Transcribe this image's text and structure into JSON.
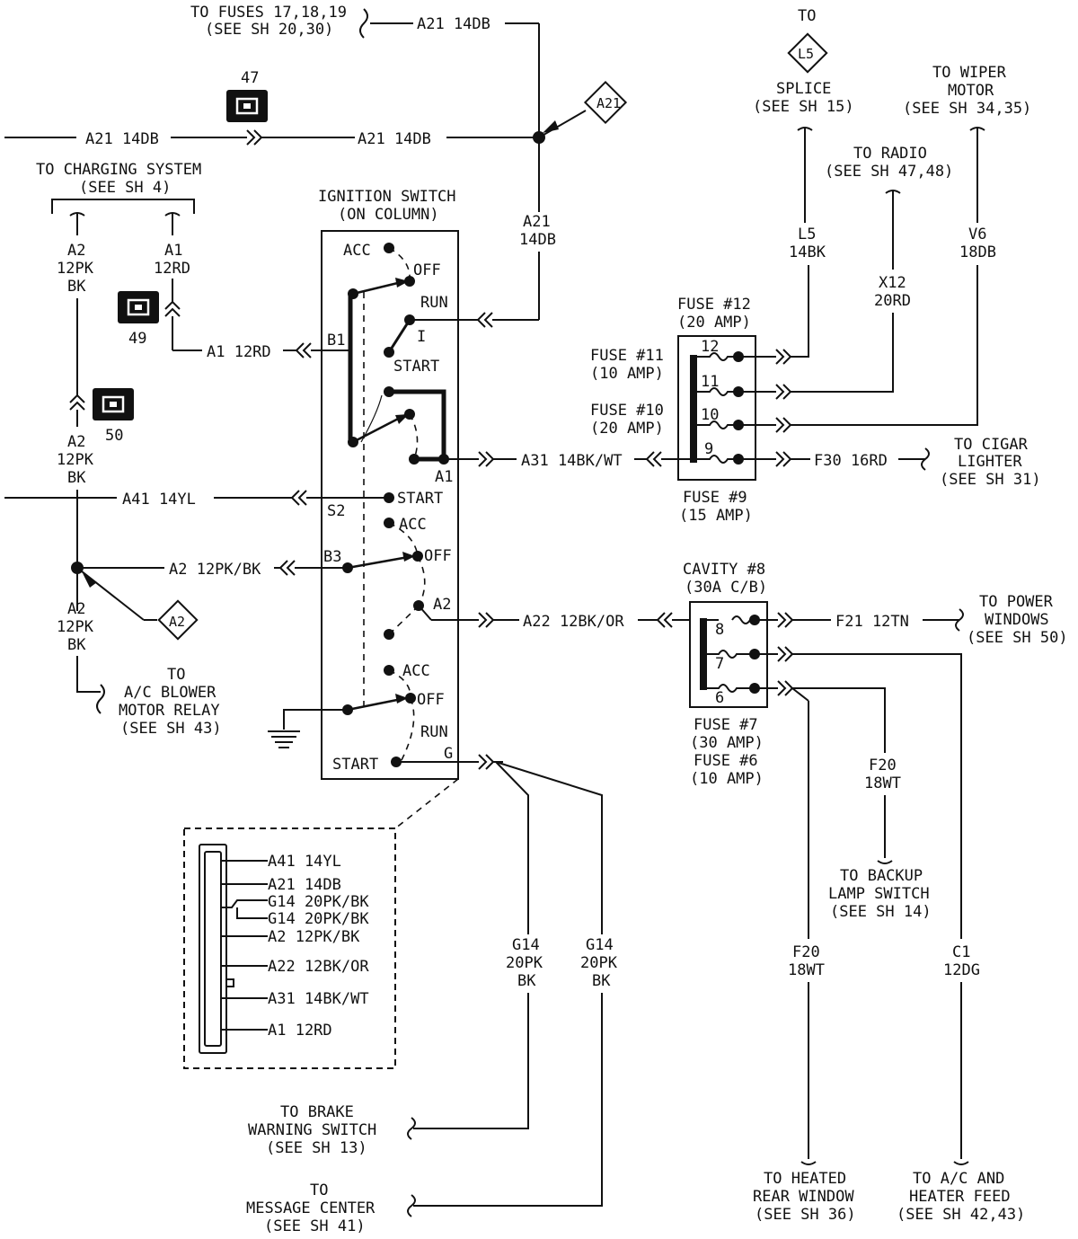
{
  "labels": {
    "to_fuses": [
      "TO FUSES 17,18,19",
      "(SEE SH 20,30)"
    ],
    "a21_top": "A21 14DB",
    "a21_left": "A21 14DB",
    "a21_mid": "A21 14DB",
    "a21_vert": [
      "A21",
      "14DB"
    ],
    "splice_a21": "A21",
    "conn_47": "47",
    "conn_49": "49",
    "conn_50": "50",
    "charging": [
      "TO CHARGING SYSTEM",
      "(SEE SH 4)"
    ],
    "a2_left_top": [
      "A2",
      "12PK",
      "BK"
    ],
    "a1_left": [
      "A1",
      "12RD"
    ],
    "a2_left_mid": [
      "A2",
      "12PK",
      "BK"
    ],
    "a2_left_bot": [
      "A2",
      "12PK",
      "BK"
    ],
    "splice_a2": "A2",
    "ac_blower": [
      "TO",
      "A/C BLOWER",
      "MOTOR RELAY",
      "(SEE SH 43)"
    ],
    "ign_title": [
      "IGNITION SWITCH",
      "(ON COLUMN)"
    ],
    "acc1": "ACC",
    "off1": "OFF",
    "run1": "RUN",
    "i1": "I",
    "start1": "START",
    "b1": "B1",
    "a1_term": "A1",
    "start2": "START",
    "s2": "S2",
    "acc2": "ACC",
    "b3": "B3",
    "off2": "OFF",
    "a2_term": "A2",
    "acc3": "ACC",
    "off3": "OFF",
    "run3": "RUN",
    "start3": "START",
    "g_term": "G",
    "a1_12rd": "A1 12RD",
    "a41": "A41 14YL",
    "a2_pkbk": "A2 12PK/BK",
    "a31": "A31 14BK/WT",
    "a22": "A22 12BK/OR",
    "to_l5": "TO",
    "l5_diamond": "L5",
    "splice_l5": [
      "SPLICE",
      "(SEE SH 15)"
    ],
    "l5_wire": [
      "L5",
      "14BK"
    ],
    "to_radio": [
      "TO RADIO",
      "(SEE SH 47,48)"
    ],
    "x12_wire": [
      "X12",
      "20RD"
    ],
    "wiper": [
      "TO WIPER",
      "MOTOR",
      "(SEE SH 34,35)"
    ],
    "v6_wire": [
      "V6",
      "18DB"
    ],
    "fuse12": [
      "FUSE #12",
      "(20 AMP)"
    ],
    "fuse11": [
      "FUSE #11",
      "(10 AMP)"
    ],
    "fuse10": [
      "FUSE #10",
      "(20 AMP)"
    ],
    "fuse9": [
      "FUSE #9",
      "(15 AMP)"
    ],
    "fn12": "12",
    "fn11": "11",
    "fn10": "10",
    "fn9": "9",
    "f30": "F30 16RD",
    "cigar": [
      "TO CIGAR",
      "LIGHTER",
      "(SEE SH 31)"
    ],
    "cavity8": [
      "CAVITY #8",
      "(30A C/B)"
    ],
    "cn8": "8",
    "cn7": "7",
    "cn6": "6",
    "fuse7": [
      "FUSE #7",
      "(30 AMP)"
    ],
    "fuse6": [
      "FUSE #6",
      "(10 AMP)"
    ],
    "f21": "F21 12TN",
    "power_win": [
      "TO POWER",
      "WINDOWS",
      "(SEE SH 50)"
    ],
    "f20_mid": [
      "F20",
      "18WT"
    ],
    "backup": [
      "TO BACKUP",
      "LAMP SWITCH",
      "(SEE SH 14)"
    ],
    "f20_low": [
      "F20",
      "18WT"
    ],
    "c1_wire": [
      "C1",
      "12DG"
    ],
    "heated": [
      "TO HEATED",
      "REAR WINDOW",
      "(SEE SH 36)"
    ],
    "ac_heater": [
      "TO A/C AND",
      "HEATER FEED",
      "(SEE SH 42,43)"
    ],
    "g14_a": [
      "G14",
      "20PK",
      "BK"
    ],
    "g14_b": [
      "G14",
      "20PK",
      "BK"
    ],
    "brake": [
      "TO BRAKE",
      "WARNING SWITCH",
      "(SEE SH 13)"
    ],
    "msgctr": [
      "TO",
      "MESSAGE CENTER",
      "(SEE SH 41)"
    ],
    "conn_pins": [
      "A41 14YL",
      "A21 14DB",
      "G14 20PK/BK",
      "G14 20PK/BK",
      "A2 12PK/BK",
      "A22 12BK/OR",
      "A31 14BK/WT",
      "A1 12RD"
    ]
  }
}
